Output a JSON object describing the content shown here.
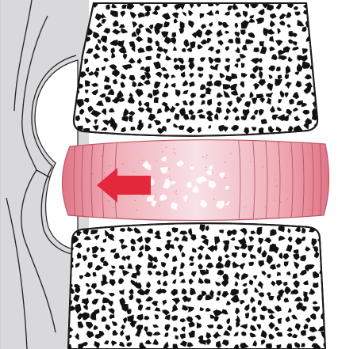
{
  "figure": {
    "subject": "intervertebral-disc-illustration",
    "structures": [
      "upper-vertebral-body",
      "intervertebral-disc",
      "lower-vertebral-body",
      "spinal-canal-nerve-roots"
    ],
    "colors": {
      "background": "#ffffff",
      "canal": "#d9d9dc",
      "bone_outline": "#1a1a1a",
      "bone_fill": "#ffffff",
      "annulus": "#e88c9a",
      "annulus_light": "#f3c0c8",
      "nucleus": "#f7dfe3",
      "arrow": "#e3283c"
    },
    "arrow": {
      "direction": "left",
      "meaning": "disc-herniation-direction"
    }
  }
}
